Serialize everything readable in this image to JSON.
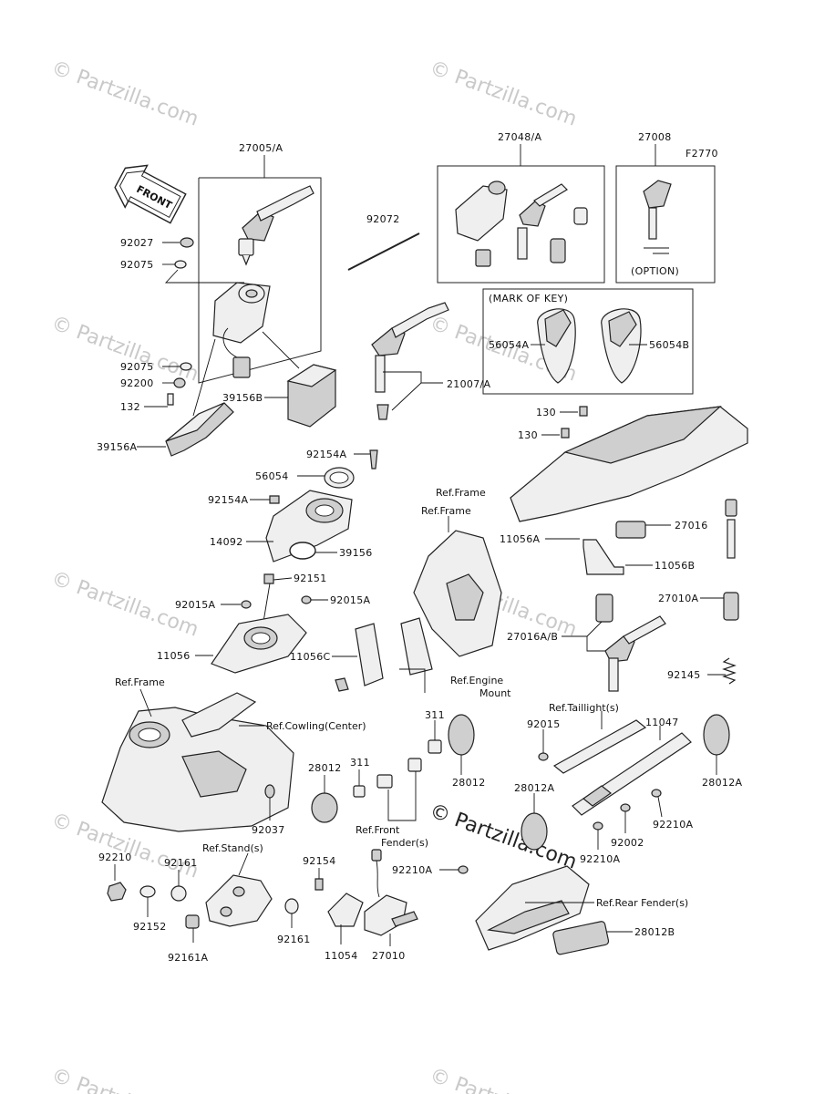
{
  "figure_code": "F2770",
  "front_arrow": "FRONT",
  "watermark": "© Partzilla.com",
  "option_note": "(OPTION)",
  "mark_of_key": "(MARK OF KEY)",
  "labels": {
    "p27005A": "27005/A",
    "p27048A": "27048/A",
    "p27008": "27008",
    "p92072": "92072",
    "p92027": "92027",
    "p92075a": "92075",
    "p92075b": "92075",
    "p92200": "92200",
    "p132": "132",
    "p39156B": "39156B",
    "p39156A": "39156A",
    "p21007A": "21007/A",
    "p56054A": "56054A",
    "p56054B": "56054B",
    "p130a": "130",
    "p130b": "130",
    "p92154A_a": "92154A",
    "p56054": "56054",
    "p92154A_b": "92154A",
    "p14092": "14092",
    "p39156": "39156",
    "p92151": "92151",
    "p92015A_a": "92015A",
    "p92015A_b": "92015A",
    "p11056": "11056",
    "p11056A": "11056A",
    "p11056B": "11056B",
    "p11056C": "11056C",
    "p27016": "27016",
    "p27016AB": "27016A/B",
    "p27010A": "27010A",
    "p92145": "92145",
    "p311a": "311",
    "p311b": "311",
    "p28012a": "28012",
    "p28012b": "28012",
    "p92015": "92015",
    "p11047": "11047",
    "p28012A_a": "28012A",
    "p28012A_b": "28012A",
    "p92037": "92037",
    "p92002": "92002",
    "p92210A_a": "92210A",
    "p92210A_b": "92210A",
    "p92210A_c": "92210A",
    "p92210": "92210",
    "p92161a": "92161",
    "p92161b": "92161",
    "p92154": "92154",
    "p92152": "92152",
    "p92161A": "92161A",
    "p11054": "11054",
    "p27010": "27010",
    "p28012B": "28012B"
  },
  "refs": {
    "frame_a": "Ref.Frame",
    "frame_b": "Ref.Frame",
    "frame_c": "Ref.Frame",
    "engine_mount_1": "Ref.Engine",
    "engine_mount_2": "Mount",
    "cowling": "Ref.Cowling(Center)",
    "taillight": "Ref.Taillight(s)",
    "front_fender_1": "Ref.Front",
    "front_fender_2": "Fender(s)",
    "stand": "Ref.Stand(s)",
    "rear_fender": "Ref.Rear Fender(s)"
  }
}
